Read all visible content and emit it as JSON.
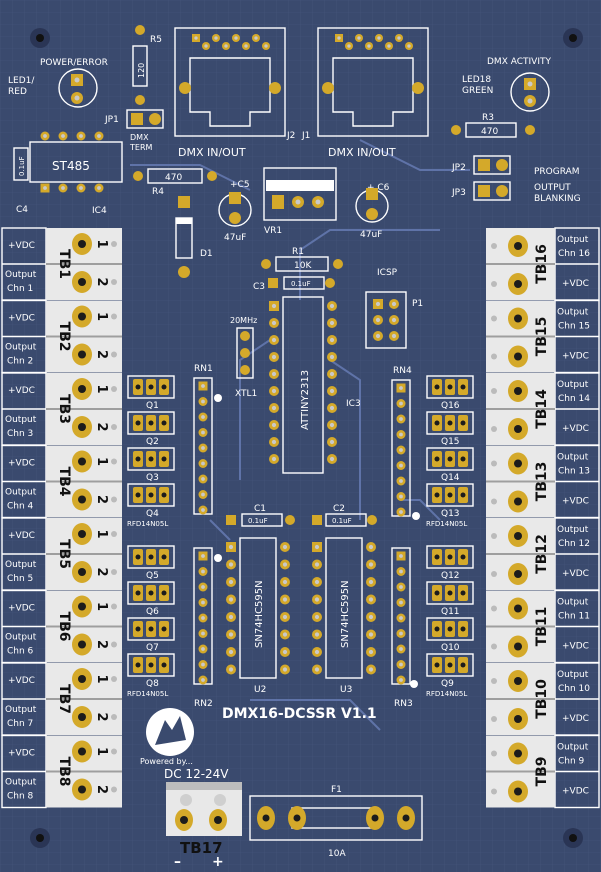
{
  "board": {
    "title": "DMX16-DCSSR V1.1",
    "powered_by": "Powered by...",
    "dc_label": "DC 12-24V",
    "tb17": "TB17",
    "polarity_minus": "–",
    "polarity_plus": "+",
    "fuse_ref": "F1",
    "fuse_value": "10A"
  },
  "labels": {
    "power_error": "POWER/ERROR",
    "led1": "LED1/",
    "red": "RED",
    "dmx_activity": "DMX ACTIVITY",
    "led18": "LED18",
    "green": "GREEN",
    "st485": "ST485",
    "ic4": "IC4",
    "c4": "C4",
    "c4_val": "0.1uF",
    "r5": "R5",
    "r5_val": "120",
    "jp1": "JP1",
    "dmx_term_1": "DMX",
    "dmx_term_2": "TERM",
    "j2": "J2",
    "j1": "J1",
    "dmx_inout_1": "DMX IN/OUT",
    "dmx_inout_2": "DMX IN/OUT",
    "r3": "R3",
    "r3_val": "470",
    "r4": "R4",
    "r4_val": "470",
    "jp2": "JP2",
    "jp3": "JP3",
    "program": "PROGRAM",
    "output": "OUTPUT",
    "blanking": "BLANKING",
    "c5": "+C5",
    "c5_val": "47uF",
    "c6": "+ C6",
    "c6_val": "47uF",
    "vr1": "VR1",
    "d1": "D1",
    "r1": "R1",
    "r1_val": "10K",
    "c3": "C3",
    "c3_val": "0.1uF",
    "icsp": "ICSP",
    "p1": "P1",
    "xtal_freq": "20MHz",
    "xtl1": "XTL1",
    "ic3_chip": "ATTINY2313",
    "ic3": "IC3",
    "rn1": "RN1",
    "rn2": "RN2",
    "rn3": "RN3",
    "rn4": "RN4",
    "c1": "C1",
    "c1_val": "0.1uF",
    "c2": "C2",
    "c2_val": "0.1uF",
    "u2_chip": "SN74HC595N",
    "u3_chip": "SN74HC595N",
    "u2": "U2",
    "u3": "U3",
    "mosfet_left_1": "RFD14N05L",
    "mosfet_left_2": "RFD14N05L",
    "mosfet_right_1": "RFD14N05L",
    "mosfet_right_2": "RFD14N05L"
  },
  "left_terminals": [
    {
      "tb": "TB1",
      "vdc": "+VDC",
      "out1": "Output",
      "out2": "Chn 1"
    },
    {
      "tb": "TB2",
      "vdc": "+VDC",
      "out1": "Output",
      "out2": "Chn 2"
    },
    {
      "tb": "TB3",
      "vdc": "+VDC",
      "out1": "Output",
      "out2": "Chn 3"
    },
    {
      "tb": "TB4",
      "vdc": "+VDC",
      "out1": "Output",
      "out2": "Chn 4"
    },
    {
      "tb": "TB5",
      "vdc": "+VDC",
      "out1": "Output",
      "out2": "Chn 5"
    },
    {
      "tb": "TB6",
      "vdc": "+VDC",
      "out1": "Output",
      "out2": "Chn 6"
    },
    {
      "tb": "TB7",
      "vdc": "+VDC",
      "out1": "Output",
      "out2": "Chn 7"
    },
    {
      "tb": "TB8",
      "vdc": "+VDC",
      "out1": "Output",
      "out2": "Chn 8"
    }
  ],
  "right_terminals": [
    {
      "tb": "TB16",
      "vdc": "+VDC",
      "out1": "Output",
      "out2": "Chn 16"
    },
    {
      "tb": "TB15",
      "vdc": "+VDC",
      "out1": "Output",
      "out2": "Chn 15"
    },
    {
      "tb": "TB14",
      "vdc": "+VDC",
      "out1": "Output",
      "out2": "Chn 14"
    },
    {
      "tb": "TB13",
      "vdc": "+VDC",
      "out1": "Output",
      "out2": "Chn 13"
    },
    {
      "tb": "TB12",
      "vdc": "+VDC",
      "out1": "Output",
      "out2": "Chn 12"
    },
    {
      "tb": "TB11",
      "vdc": "+VDC",
      "out1": "Output",
      "out2": "Chn 11"
    },
    {
      "tb": "TB10",
      "vdc": "+VDC",
      "out1": "Output",
      "out2": "Chn 10"
    },
    {
      "tb": "TB9",
      "vdc": "+VDC",
      "out1": "Output",
      "out2": "Chn 9"
    }
  ],
  "terminal_pin_1": "1",
  "terminal_pin_2": "2",
  "left_mosfets": [
    "Q1",
    "Q2",
    "Q3",
    "Q4",
    "Q5",
    "Q6",
    "Q7",
    "Q8"
  ],
  "right_mosfets": [
    "Q16",
    "Q15",
    "Q14",
    "Q13",
    "Q12",
    "Q11",
    "Q10",
    "Q9"
  ],
  "colors": {
    "board": "#3a4a6e",
    "pad": "#d4a92a",
    "silkscreen": "#ffffff"
  }
}
